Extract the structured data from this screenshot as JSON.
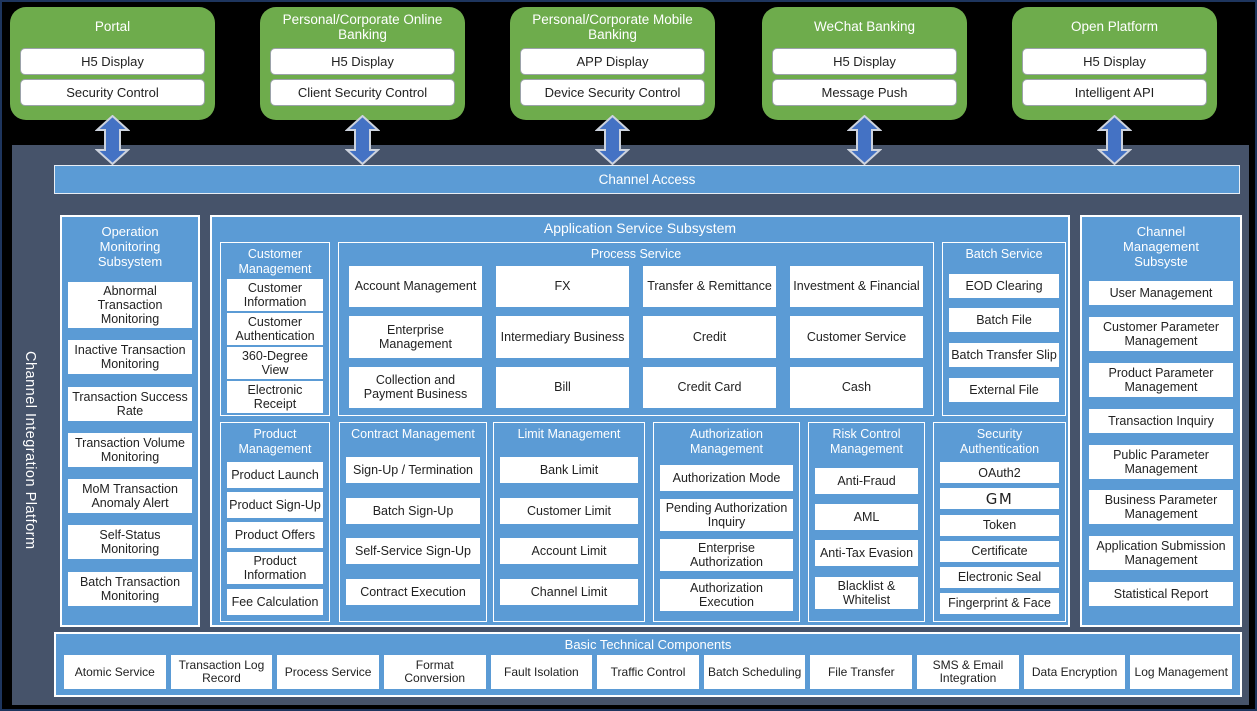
{
  "colors": {
    "channel_card_green": "#6EAC4C",
    "panel_blue": "#5B9BD5",
    "platform_slate": "#46536A",
    "arrow_blue": "#4472C4",
    "background": "#000000"
  },
  "icons": {
    "channel_connector": "double-arrow-icon"
  },
  "channels": [
    {
      "title": "Portal",
      "items": [
        "H5 Display",
        "Security Control"
      ]
    },
    {
      "title": "Personal/Corporate Online Banking",
      "items": [
        "H5 Display",
        "Client Security Control"
      ]
    },
    {
      "title": "Personal/Corporate Mobile Banking",
      "items": [
        "APP Display",
        "Device Security Control"
      ]
    },
    {
      "title": "WeChat Banking",
      "items": [
        "H5 Display",
        "Message Push"
      ]
    },
    {
      "title": "Open Platform",
      "items": [
        "H5 Display",
        "Intelligent API"
      ]
    }
  ],
  "channel_access": {
    "label": "Channel Access"
  },
  "platform": {
    "label": "Channel Integration Platform"
  },
  "operation_monitoring": {
    "title": "Operation Monitoring Subsystem",
    "items": [
      "Abnormal Transaction Monitoring",
      "Inactive Transaction Monitoring",
      "Transaction Success Rate",
      "Transaction Volume Monitoring",
      "MoM Transaction Anomaly Alert",
      "Self-Status Monitoring",
      "Batch Transaction Monitoring"
    ]
  },
  "application_service": {
    "title": "Application Service Subsystem",
    "customer_management": {
      "title": "Customer Management",
      "items": [
        "Customer Information",
        "Customer Authentication",
        "360-Degree View",
        "Electronic Receipt"
      ]
    },
    "process_service": {
      "title": "Process Service",
      "items": [
        "Account Management",
        "FX",
        "Transfer & Remittance",
        "Investment & Financial",
        "Enterprise Management",
        "Intermediary Business",
        "Credit",
        "Customer Service",
        "Collection and Payment Business",
        "Bill",
        "Credit Card",
        "Cash"
      ]
    },
    "batch_service": {
      "title": "Batch Service",
      "items": [
        "EOD Clearing",
        "Batch File",
        "Batch Transfer Slip",
        "External File"
      ]
    },
    "product_management": {
      "title": "Product Management",
      "items": [
        "Product Launch",
        "Product Sign-Up",
        "Product Offers",
        "Product Information",
        "Fee Calculation"
      ]
    },
    "contract_management": {
      "title": "Contract Management",
      "items": [
        "Sign-Up / Termination",
        "Batch Sign-Up",
        "Self-Service Sign-Up",
        "Contract Execution"
      ]
    },
    "limit_management": {
      "title": "Limit Management",
      "items": [
        "Bank Limit",
        "Customer Limit",
        "Account Limit",
        "Channel Limit"
      ]
    },
    "authorization_management": {
      "title": "Authorization Management",
      "items": [
        "Authorization Mode",
        "Pending Authorization Inquiry",
        "Enterprise Authorization",
        "Authorization Execution"
      ]
    },
    "risk_control_management": {
      "title": "Risk Control Management",
      "items": [
        "Anti-Fraud",
        "AML",
        "Anti-Tax Evasion",
        "Blacklist & Whitelist"
      ]
    },
    "security_authentication": {
      "title": "Security Authentication",
      "items": [
        "OAuth2",
        "GM",
        "Token",
        "Certificate",
        "Electronic Seal",
        "Fingerprint & Face"
      ]
    }
  },
  "channel_management": {
    "title": "Channel Management Subsyste",
    "items": [
      "User Management",
      "Customer Parameter Management",
      "Product Parameter Management",
      "Transaction Inquiry",
      "Public Parameter Management",
      "Business Parameter Management",
      "Application Submission Management",
      "Statistical Report"
    ]
  },
  "basic_components": {
    "title": "Basic Technical Components",
    "items": [
      "Atomic Service",
      "Transaction Log Record",
      "Process Service",
      "Format Conversion",
      "Fault Isolation",
      "Traffic Control",
      "Batch Scheduling",
      "File Transfer",
      "SMS & Email Integration",
      "Data Encryption",
      "Log Management"
    ]
  }
}
